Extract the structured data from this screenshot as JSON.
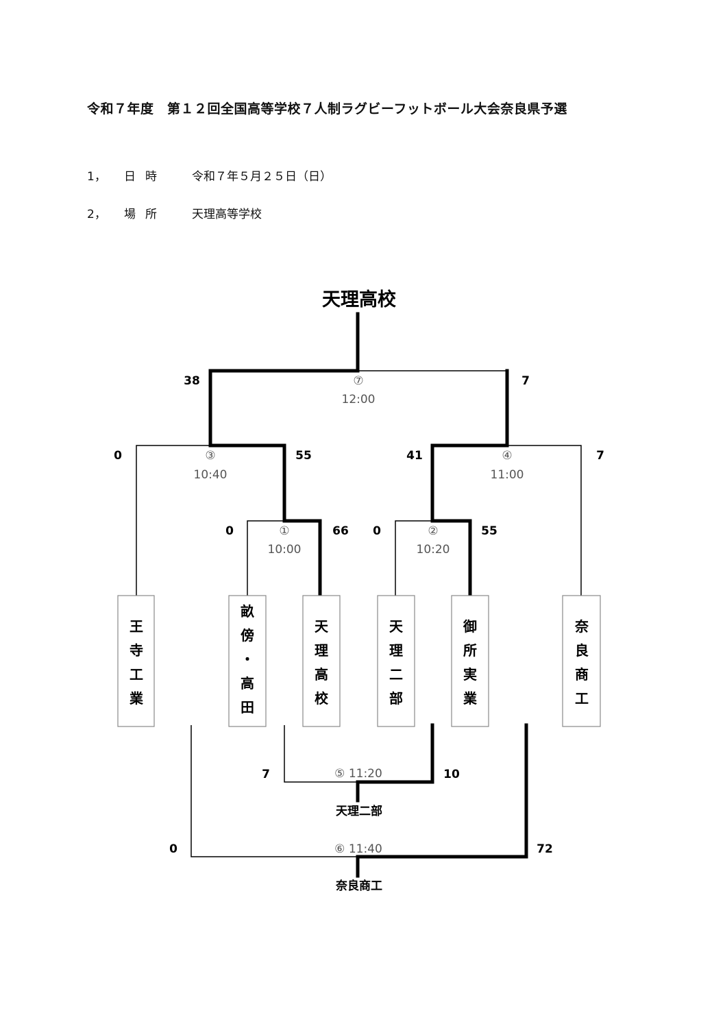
{
  "title": "令和７年度　第１２回全国高等学校７人制ラグビーフットボール大会奈良県予選",
  "info": [
    {
      "num": "1，",
      "label": "日時",
      "value": "令和７年５月２５日（日）"
    },
    {
      "num": "2，",
      "label": "場所",
      "value": "天理高等学校"
    }
  ],
  "champion": "天理高校",
  "teams": [
    "王寺工業",
    "畝傍・高田",
    "天理高校",
    "天理二部",
    "御所実業",
    "奈良商工"
  ],
  "matches": {
    "m1": {
      "no": "①",
      "time": "10:00",
      "score_left": "0",
      "score_right": "66"
    },
    "m2": {
      "no": "②",
      "time": "10:20",
      "score_left": "0",
      "score_right": "55"
    },
    "m3": {
      "no": "③",
      "time": "10:40",
      "score_left": "0",
      "score_right": "55"
    },
    "m4": {
      "no": "④",
      "time": "11:00",
      "score_left": "41",
      "score_right": "7"
    },
    "m5": {
      "label": "⑤ 11:20",
      "score_left": "7",
      "score_right": "10",
      "winner": "天理二部"
    },
    "m6": {
      "label": "⑥ 11:40",
      "score_left": "0",
      "score_right": "72",
      "winner": "奈良商工"
    },
    "m7": {
      "no": "⑦",
      "time": "12:00",
      "score_left": "38",
      "score_right": "7"
    }
  }
}
